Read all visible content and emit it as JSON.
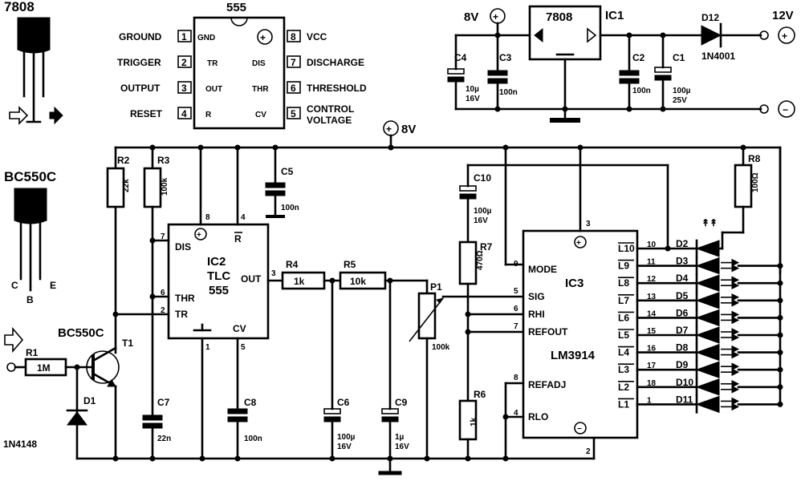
{
  "packages": {
    "reg_label": "7808",
    "trans_label": "BC550C",
    "pin_c": "C",
    "pin_b": "B",
    "pin_e": "E"
  },
  "pinout": {
    "title": "555",
    "left": [
      {
        "num": "1",
        "name": "GROUND",
        "abbr": "GND"
      },
      {
        "num": "2",
        "name": "TRIGGER",
        "abbr": "TR"
      },
      {
        "num": "3",
        "name": "OUTPUT",
        "abbr": "OUT"
      },
      {
        "num": "4",
        "name": "RESET",
        "abbr": "R"
      }
    ],
    "right": [
      {
        "num": "8",
        "name": "VCC",
        "abbr": ""
      },
      {
        "num": "7",
        "name": "DISCHARGE",
        "abbr": "DIS"
      },
      {
        "num": "6",
        "name": "THRESHOLD",
        "abbr": "THR"
      },
      {
        "num": "5",
        "name": "CONTROL",
        "name2": "VOLTAGE",
        "abbr": "CV"
      }
    ]
  },
  "supply": {
    "v8": "8V",
    "ic1_part": "7808",
    "ic1_ref": "IC1",
    "d12_ref": "D12",
    "d12_part": "1N4001",
    "v12": "12V",
    "c4": {
      "ref": "C4",
      "val": "10µ",
      "volt": "16V"
    },
    "c3": {
      "ref": "C3",
      "val": "100n"
    },
    "c2": {
      "ref": "C2",
      "val": "100n"
    },
    "c1": {
      "ref": "C1",
      "val": "100µ",
      "volt": "25V"
    }
  },
  "main": {
    "v8": "8V",
    "r2": {
      "ref": "R2",
      "val": "22k"
    },
    "r3": {
      "ref": "R3",
      "val": "100k"
    },
    "ic2": {
      "ref": "IC2",
      "part1": "TLC",
      "part2": "555",
      "dis": "DIS",
      "thr": "THR",
      "tr": "TR",
      "out": "OUT",
      "cv": "CV",
      "r": "R",
      "p8": "8",
      "p4": "4",
      "p7": "7",
      "p6": "6",
      "p2": "2",
      "p3": "3",
      "p1": "1",
      "p5": "5"
    },
    "c5": {
      "ref": "C5",
      "val": "100n"
    },
    "r4": {
      "ref": "R4",
      "val": "1k"
    },
    "r5": {
      "ref": "R5",
      "val": "10k"
    },
    "p1": {
      "ref": "P1",
      "val": "100k"
    },
    "c7": {
      "ref": "C7",
      "val": "22n"
    },
    "c8": {
      "ref": "C8",
      "val": "100n"
    },
    "c6": {
      "ref": "C6",
      "val": "100µ",
      "volt": "16V"
    },
    "c9": {
      "ref": "C9",
      "val": "1µ",
      "volt": "16V"
    },
    "r1": {
      "ref": "R1",
      "val": "1M"
    },
    "t1": {
      "ref": "T1",
      "part": "BC550C"
    },
    "d1": {
      "ref": "D1",
      "part": "1N4148"
    },
    "c10": {
      "ref": "C10",
      "val": "100µ",
      "volt": "16V"
    },
    "r7": {
      "ref": "R7",
      "val": "470Ω"
    },
    "r6": {
      "ref": "R6",
      "val": "1k"
    },
    "r8": {
      "ref": "R8",
      "val": "100Ω"
    },
    "ic3": {
      "ref": "IC3",
      "part": "LM3914",
      "mode": "MODE",
      "sig": "SIG",
      "rhi": "RHI",
      "refout": "REFOUT",
      "refadj": "REFADJ",
      "rlo": "RLO",
      "p2": "2",
      "p3": "3",
      "p9": "9",
      "p5": "5",
      "p6": "6",
      "p7": "7",
      "p8": "8",
      "p4": "4"
    }
  },
  "leds": [
    {
      "out": "L10",
      "pin": "10",
      "diode": "D2"
    },
    {
      "out": "L9",
      "pin": "11",
      "diode": "D3"
    },
    {
      "out": "L8",
      "pin": "12",
      "diode": "D4"
    },
    {
      "out": "L7",
      "pin": "13",
      "diode": "D5"
    },
    {
      "out": "L6",
      "pin": "14",
      "diode": "D6"
    },
    {
      "out": "L5",
      "pin": "15",
      "diode": "D7"
    },
    {
      "out": "L4",
      "pin": "16",
      "diode": "D8"
    },
    {
      "out": "L3",
      "pin": "17",
      "diode": "D9"
    },
    {
      "out": "L2",
      "pin": "18",
      "diode": "D10"
    },
    {
      "out": "L1",
      "pin": "1",
      "diode": "D11"
    }
  ]
}
